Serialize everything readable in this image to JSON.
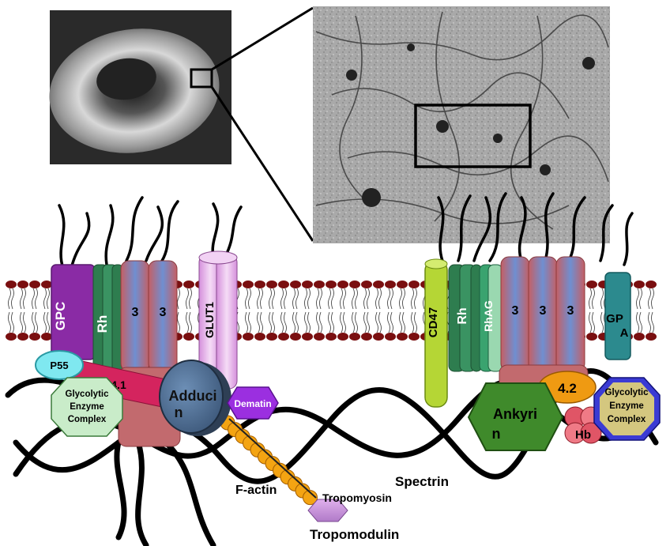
{
  "labels": {
    "gpc": "GPC",
    "rh_left": "Rh",
    "band3_a": "3",
    "band3_b": "3",
    "glut1": "GLUT1",
    "p55": "P55",
    "protein41": "4.1",
    "glycolytic_left": [
      "Glycolytic",
      "Enzyme",
      "Complex"
    ],
    "adducin": [
      "Adduci",
      "n"
    ],
    "dematin": "Dematin",
    "factin": "F-actin",
    "tropomyosin": "Tropomyosin",
    "tropomodulin": "Tropomodulin",
    "spectrin": "Spectrin",
    "cd47": "CD47",
    "rh_right": "Rh",
    "rhag": "RhAG",
    "band3_c": "3",
    "band3_d": "3",
    "band3_e": "3",
    "gpa": [
      "GP",
      "A"
    ],
    "protein42": "4.2",
    "ankyrin": [
      "Ankyri",
      "n"
    ],
    "hb": "Hb",
    "glycolytic_right": [
      "Glycolytic",
      "Enzyme",
      "Complex"
    ]
  },
  "colors": {
    "gpc": "#8a2ba5",
    "rh": "#2e7d4f",
    "band3": "#c26a6e",
    "glut1": "#e3a6e6",
    "p55": "#7fe8f0",
    "protein41": "#d4245e",
    "glycolytic_left": "#c9ecc9",
    "adducin": "#4e6f96",
    "dematin": "#9b2fe0",
    "factin": "#f4a412",
    "tropomodulin": "#c48bd6",
    "cd47": "#b5d635",
    "rhag": "#3aa36f",
    "gpa": "#2c8a8e",
    "protein42": "#ef9a12",
    "ankyrin": "#3f8a2b",
    "hb": "#e05566",
    "glycolytic_right": "#3b3bd4",
    "lipid_head": "#7a0f10"
  }
}
